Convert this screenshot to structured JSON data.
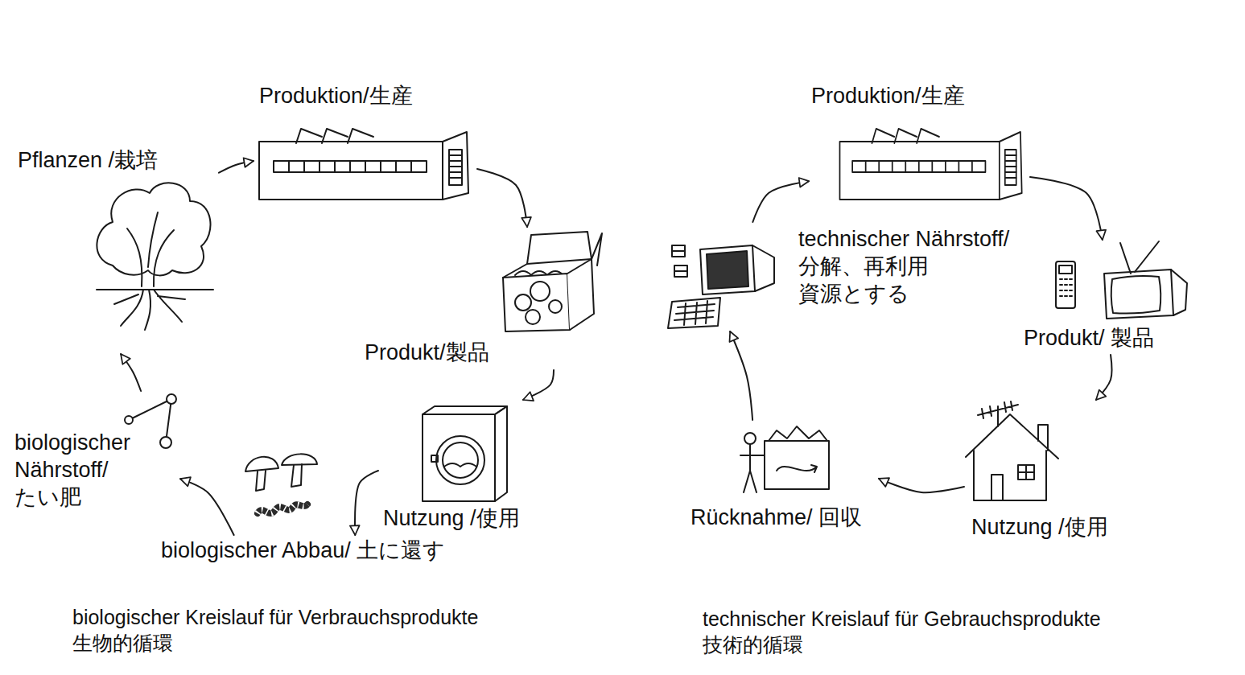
{
  "diagram": {
    "nodes": [
      {
        "text": [
          "Pflanzen /栽培"
        ]
      },
      {
        "text": [
          "Produktion/生産"
        ]
      },
      {
        "text": [
          "Produkt/製品"
        ]
      },
      {
        "text": [
          "Nutzung /使用"
        ]
      },
      {
        "text": [
          "biologischer Abbau/ 土に還す"
        ]
      },
      {
        "text": [
          "biologischer Nährstoff/ たい肥"
        ]
      },
      {
        "text": [
          "Produktion/生産"
        ]
      },
      {
        "text": [
          "technischer Nährstoff/ 分解、再利用 資源とする"
        ]
      },
      {
        "text": [
          "Produkt/ 製品"
        ]
      },
      {
        "text": [
          "Nutzung /使用"
        ]
      },
      {
        "text": [
          "Rücknahme/ 回収"
        ]
      }
    ],
    "edges": [
      {
        "from": 0,
        "to": 1,
        "arrow": "to"
      },
      {
        "from": 1,
        "to": 2,
        "arrow": "to"
      },
      {
        "from": 2,
        "to": 3,
        "arrow": "to"
      },
      {
        "from": 3,
        "to": 4,
        "arrow": "to"
      },
      {
        "from": 4,
        "to": 5,
        "arrow": "to"
      },
      {
        "from": 5,
        "to": 0,
        "arrow": "to"
      },
      {
        "from": 7,
        "to": 6,
        "arrow": "to"
      },
      {
        "from": 6,
        "to": 8,
        "arrow": "to"
      },
      {
        "from": 8,
        "to": 9,
        "arrow": "to"
      },
      {
        "from": 9,
        "to": 10,
        "arrow": "to"
      },
      {
        "from": 10,
        "to": 7,
        "arrow": "to"
      }
    ],
    "labels": [
      "biologischer Kreislauf für Verbrauchsprodukte",
      "生物的循環",
      "technischer Kreislauf für Gebrauchsprodukte",
      "技術的循環"
    ]
  }
}
